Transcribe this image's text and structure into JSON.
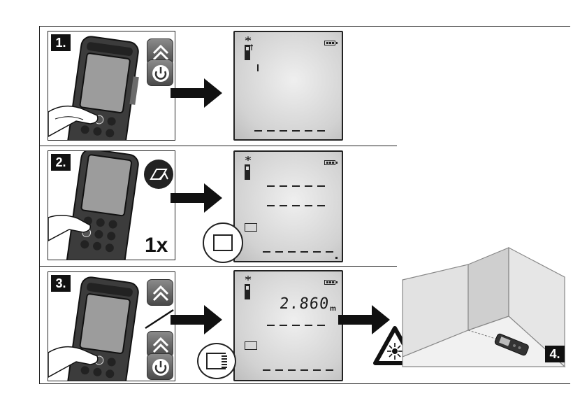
{
  "steps": [
    {
      "number": "1.",
      "buttons": [
        "measure-button-up",
        "power-button"
      ],
      "multiplier": ""
    },
    {
      "number": "2.",
      "buttons": [
        "function-area-button"
      ],
      "multiplier": "1x"
    },
    {
      "number": "3.",
      "buttons": [
        "measure-button-up",
        "power-button"
      ],
      "multiplier": ""
    }
  ],
  "step3_reading": {
    "value": "2.860",
    "unit": "m"
  },
  "step4": {
    "number": "4."
  },
  "icons": {
    "arrow": "arrow-right-icon",
    "laser_warning": "laser-warning-icon",
    "battery": "battery-icon",
    "reference": "reference-level-icon",
    "area": "area-mode-icon"
  },
  "colors": {
    "ink": "#111111",
    "lcd": "#d8d8d8",
    "device_body": "#4a4a4a"
  }
}
